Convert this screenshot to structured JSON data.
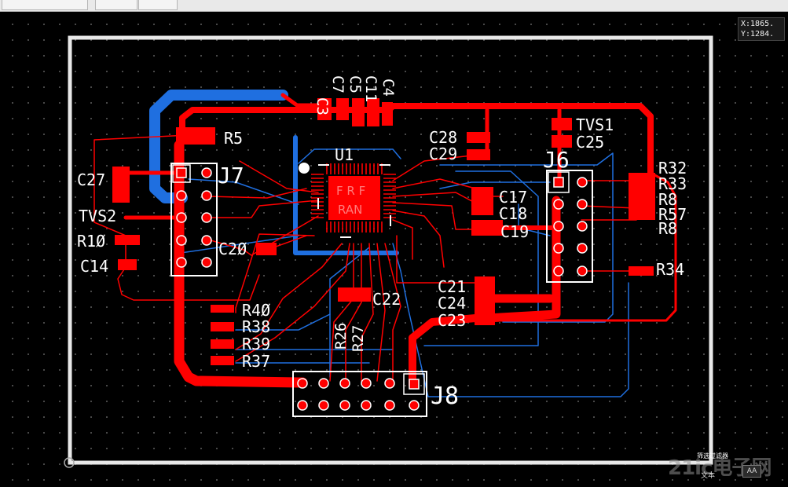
{
  "coordinates": {
    "x": "X:1865.",
    "y": "Y:1284."
  },
  "colors": {
    "top_copper": "#ff0000",
    "bottom_copper": "#1f6fe0",
    "silkscreen": "#ffffff",
    "board_outline": "#e8e8e8",
    "background": "#000000"
  },
  "designators": {
    "c3": "C3",
    "c7": "C7",
    "c5": "C5",
    "c11": "C11",
    "c4": "C4",
    "u1": "U1",
    "r5": "R5",
    "c27": "C27",
    "j7": "J7",
    "tvs2": "TVS2",
    "r10": "R1Ø",
    "c14": "C14",
    "c20": "C2Ø",
    "c28": "C28",
    "c29": "C29",
    "tvs1": "TVS1",
    "c25": "C25",
    "j6": "J6",
    "c17": "C17",
    "c18": "C18",
    "c19": "C19",
    "r32": "R32",
    "r33": "R33",
    "r8a": "R8",
    "r57": "R57",
    "r8b": "R8",
    "r34": "R34",
    "r40": "R4Ø",
    "r38": "R38",
    "r39": "R39",
    "r37": "R37",
    "c21": "C21",
    "c24": "C24",
    "c23": "C23",
    "c22": "C22",
    "r26": "R26",
    "r27": "R27",
    "j8": "J8"
  },
  "status_bar": {
    "filter_label": "筛选过滤器",
    "mode_text": "文本",
    "aa_button": "AA"
  },
  "watermark": "21ic电子网"
}
